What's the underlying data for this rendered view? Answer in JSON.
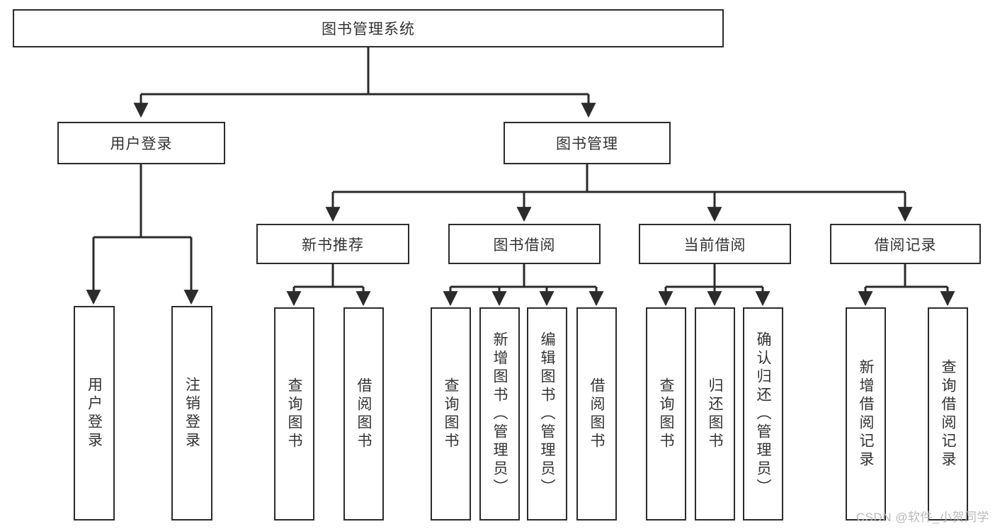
{
  "diagram": {
    "title": "图书管理系统",
    "type": "hierarchy-tree",
    "watermark": "CSDN @软件_小贺同学",
    "colors": {
      "background": "#ffffff",
      "box_border": "#2b2b2b",
      "box_fill": "#ffffff",
      "text": "#333333",
      "connector": "#2b2b2b",
      "watermark": "#b9b9b9"
    },
    "root": {
      "label": "图书管理系统"
    },
    "level2": [
      {
        "label": "用户登录"
      },
      {
        "label": "图书管理"
      }
    ],
    "level3": [
      {
        "label": "新书推荐"
      },
      {
        "label": "图书借阅"
      },
      {
        "label": "当前借阅"
      },
      {
        "label": "借阅记录"
      }
    ],
    "leaves": {
      "user_login": [
        {
          "label": "用户登录"
        },
        {
          "label": "注销登录"
        }
      ],
      "new_book_recommend": [
        {
          "label": "查询图书"
        },
        {
          "label": "借阅图书"
        }
      ],
      "book_borrow": [
        {
          "label": "查询图书"
        },
        {
          "label": "新增图书（管理员）"
        },
        {
          "label": "编辑图书（管理员）"
        },
        {
          "label": "借阅图书"
        }
      ],
      "current_borrow": [
        {
          "label": "查询图书"
        },
        {
          "label": "归还图书"
        },
        {
          "label": "确认归还（管理员）"
        }
      ],
      "borrow_record": [
        {
          "label": "新增借阅记录"
        },
        {
          "label": "查询借阅记录"
        }
      ]
    }
  }
}
